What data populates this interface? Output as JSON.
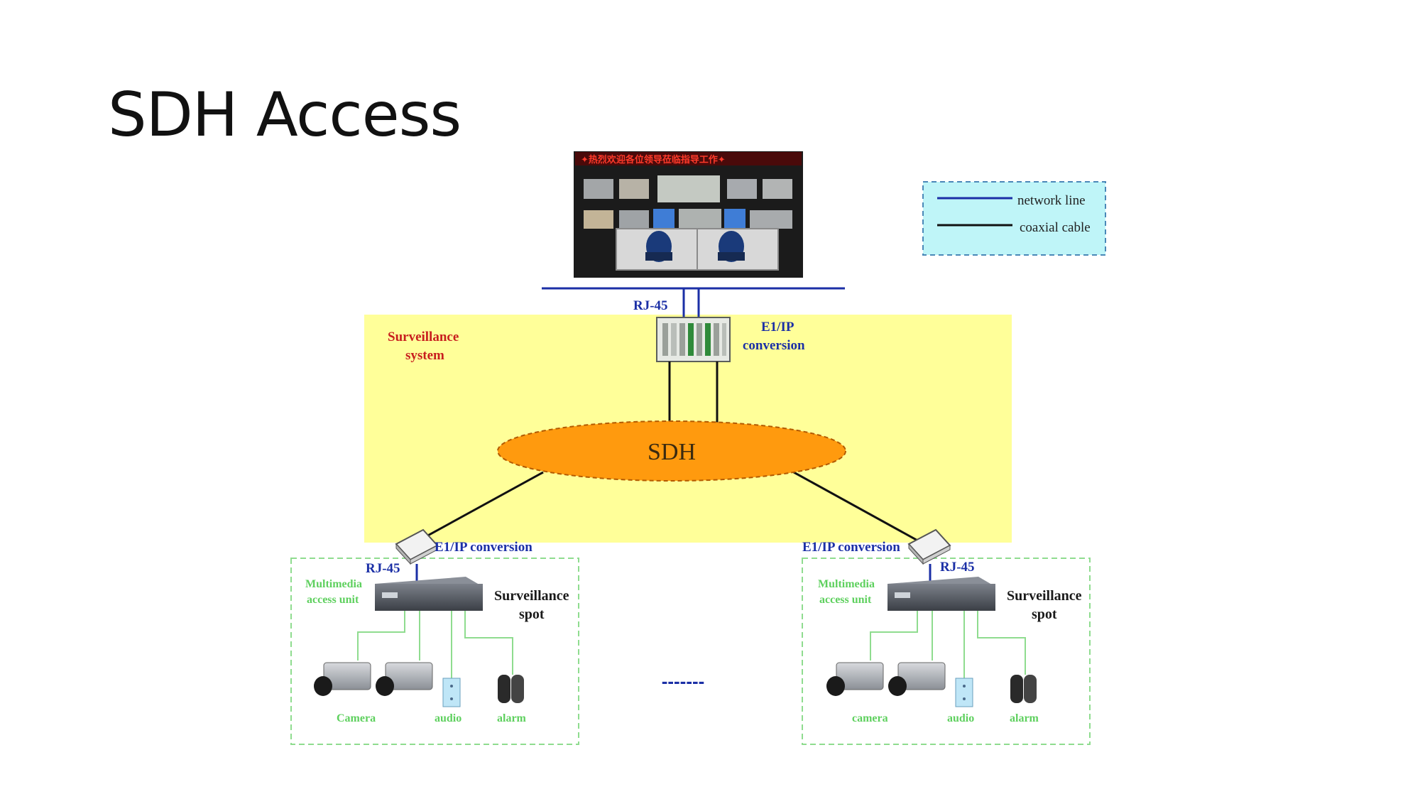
{
  "slide": {
    "title": "SDH Access"
  },
  "legend": {
    "items": [
      {
        "label": "network line",
        "color": "#1b2fa6"
      },
      {
        "label": "coaxial cable",
        "color": "#111111"
      }
    ]
  },
  "control_center": {
    "banner": "✦热烈欢迎各位领导莅临指导工作✦"
  },
  "labels": {
    "rj45_top": "RJ-45",
    "e1ip_top_line1": "E1/IP",
    "e1ip_top_line2": "conversion",
    "system_line1": "Surveillance",
    "system_line2": "system",
    "sdh": "SDH",
    "ellipsis": "-------"
  },
  "spots": [
    {
      "e1ip": "E1/IP conversion",
      "rj45": "RJ-45",
      "mau_line1": "Multimedia",
      "mau_line2": "access unit",
      "spot_line1": "Surveillance",
      "spot_line2": "spot",
      "camera": "Camera",
      "audio": "audio",
      "alarm": "alarm"
    },
    {
      "e1ip": "E1/IP conversion",
      "rj45": "RJ-45",
      "mau_line1": "Multimedia",
      "mau_line2": "access unit",
      "spot_line1": "Surveillance",
      "spot_line2": "spot",
      "camera": "camera",
      "audio": "audio",
      "alarm": "alarm"
    }
  ],
  "colors": {
    "system_area": "#ffff99",
    "sdh_cloud": "#ff9a0e",
    "network_line": "#1b2fa6",
    "coax_line": "#111111",
    "spot_border": "#8fdc8f",
    "legend_bg": "#bff5f8"
  }
}
